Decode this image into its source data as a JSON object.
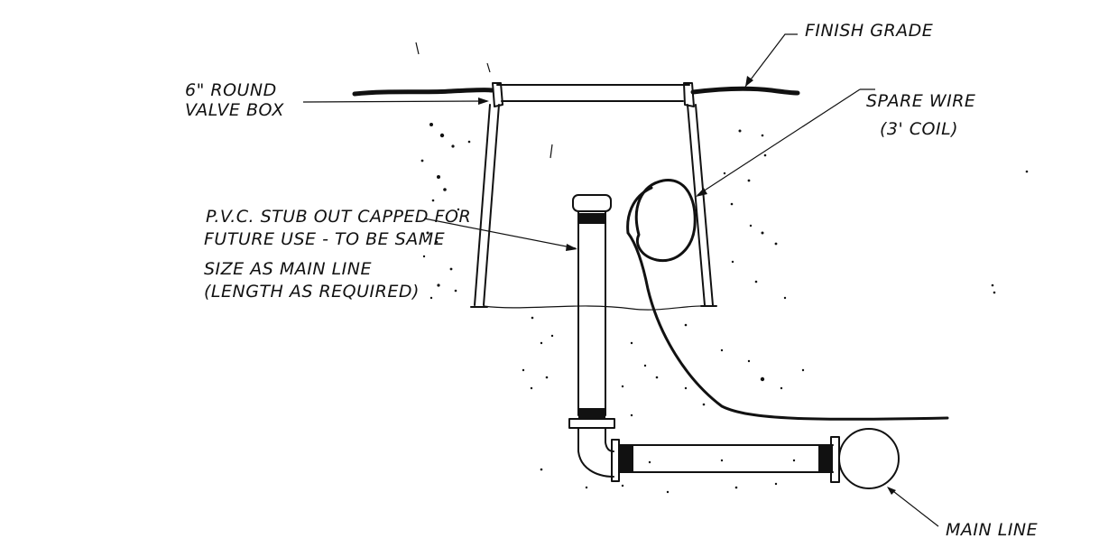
{
  "labels": {
    "finish_grade": "FINISH GRADE",
    "valve_box_line1": "6\" ROUND",
    "valve_box_line2": "VALVE BOX",
    "spare_wire_line1": "SPARE WIRE",
    "spare_wire_line2": "(3' COIL)",
    "stub_line1": "P.V.C. STUB OUT CAPPED FOR",
    "stub_line2": "FUTURE USE - TO BE SAME",
    "stub_line3": "SIZE AS MAIN LINE",
    "stub_line4": "(LENGTH AS REQUIRED)",
    "main_line": "MAIN LINE"
  }
}
